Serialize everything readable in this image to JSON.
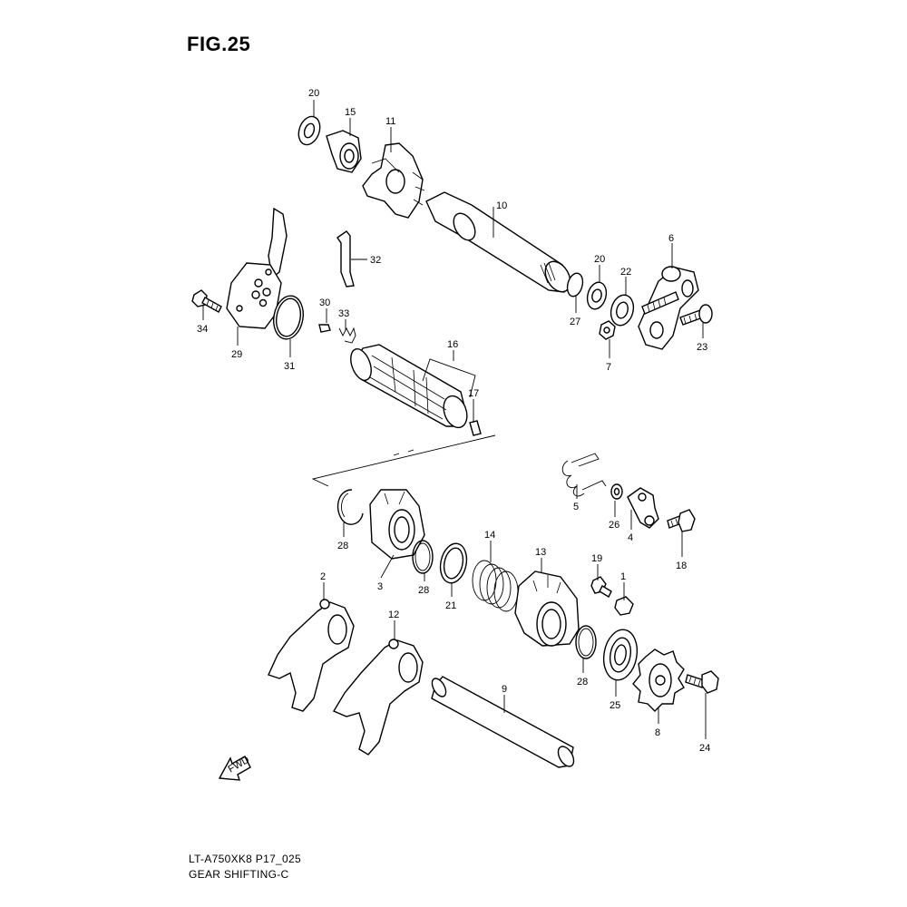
{
  "figure": {
    "title": "FIG.25",
    "model_code": "LT-A750XK8 P17_025",
    "section_name": "GEAR SHIFTING-C"
  },
  "fwd_arrow": {
    "label": "FWD"
  },
  "callouts": [
    {
      "id": "20a",
      "label": "20"
    },
    {
      "id": "15",
      "label": "15"
    },
    {
      "id": "11",
      "label": "11"
    },
    {
      "id": "10",
      "label": "10"
    },
    {
      "id": "6",
      "label": "6"
    },
    {
      "id": "20b",
      "label": "20"
    },
    {
      "id": "22",
      "label": "22"
    },
    {
      "id": "27",
      "label": "27"
    },
    {
      "id": "7",
      "label": "7"
    },
    {
      "id": "23",
      "label": "23"
    },
    {
      "id": "32",
      "label": "32"
    },
    {
      "id": "30",
      "label": "30"
    },
    {
      "id": "33",
      "label": "33"
    },
    {
      "id": "34",
      "label": "34"
    },
    {
      "id": "29",
      "label": "29"
    },
    {
      "id": "31",
      "label": "31"
    },
    {
      "id": "16",
      "label": "16"
    },
    {
      "id": "17",
      "label": "17"
    },
    {
      "id": "5",
      "label": "5"
    },
    {
      "id": "26",
      "label": "26"
    },
    {
      "id": "4",
      "label": "4"
    },
    {
      "id": "18",
      "label": "18"
    },
    {
      "id": "28a",
      "label": "28"
    },
    {
      "id": "3",
      "label": "3"
    },
    {
      "id": "28b",
      "label": "28"
    },
    {
      "id": "21",
      "label": "21"
    },
    {
      "id": "14",
      "label": "14"
    },
    {
      "id": "13",
      "label": "13"
    },
    {
      "id": "19",
      "label": "19"
    },
    {
      "id": "1",
      "label": "1"
    },
    {
      "id": "2",
      "label": "2"
    },
    {
      "id": "12",
      "label": "12"
    },
    {
      "id": "9",
      "label": "9"
    },
    {
      "id": "28c",
      "label": "28"
    },
    {
      "id": "25",
      "label": "25"
    },
    {
      "id": "8",
      "label": "8"
    },
    {
      "id": "24",
      "label": "24"
    }
  ]
}
